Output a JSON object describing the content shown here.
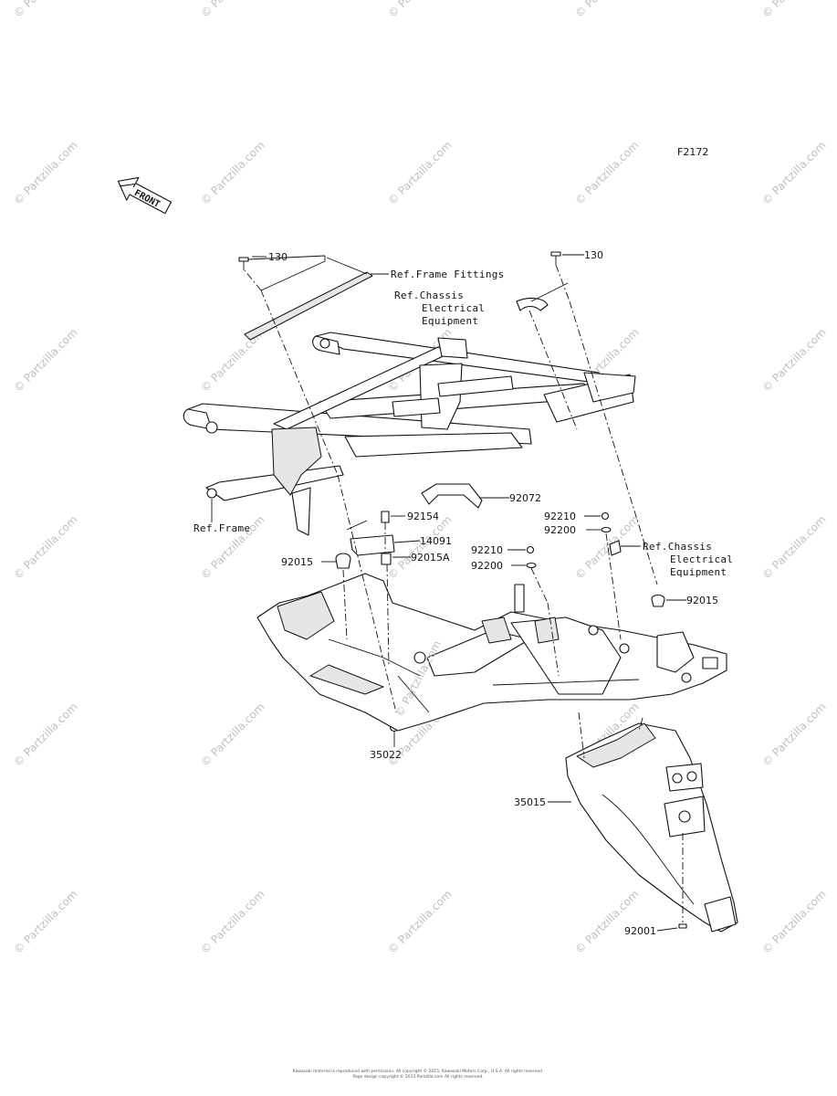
{
  "diagram": {
    "code": "F2172",
    "front_label": "FRONT",
    "callouts": {
      "c130_left": "130",
      "c130_right": "130",
      "c92072": "92072",
      "c92154": "92154",
      "c14091": "14091",
      "c92015_left": "92015",
      "c92015A": "92015A",
      "c92210_a": "92210",
      "c92200_a": "92200",
      "c92210_b": "92210",
      "c92200_b": "92200",
      "c92015_right": "92015",
      "c35022": "35022",
      "c35015": "35015",
      "c92001": "92001"
    },
    "refs": {
      "frame_fittings": "Ref.Frame Fittings",
      "chassis_top": [
        "Ref.Chassis",
        "Electrical",
        "Equipment"
      ],
      "chassis_right": [
        "Ref.Chassis",
        "Electrical",
        "Equipment"
      ],
      "frame": "Ref.Frame"
    },
    "inline_watermark": "© Partzilla.com",
    "copyright": [
      "Kawasaki material is reproduced with permission. All copyright © 2015, Kawasaki Motors Corp., U.S.A. All rights reserved.",
      "Page design copyright © 2015 Partzilla.com All rights reserved."
    ]
  },
  "watermark": "© Partzilla.com"
}
